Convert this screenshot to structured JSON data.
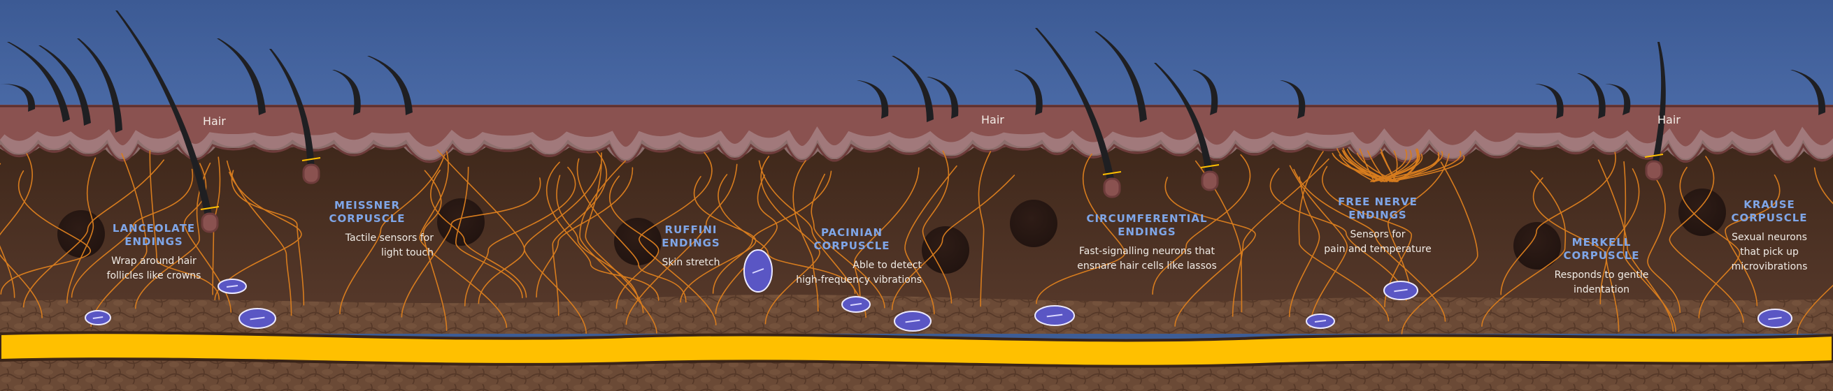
{
  "hair_label": "Hair",
  "receptors": [
    {
      "title": "LANCEOLATE\nENDINGS",
      "description": "Wrap around hair\nfollicles like crowns"
    },
    {
      "title": "MEISSNER CORPUSCLE",
      "description": "Tactile sensors for\nlight touch"
    },
    {
      "title": "RUFFINI\nENDINGS",
      "description": "Skin stretch"
    },
    {
      "title": "PACINIAN CORPUSCLE",
      "description": "Able to detect\nhigh-frequency vibrations"
    },
    {
      "title": "CIRCUMFERENTIAL ENDINGS",
      "description": "Fast-signalling neurons that\nensnare hair cells like lassos"
    },
    {
      "title": "FREE NERVE ENDINGS",
      "description": "Sensors for\npain and temperature"
    },
    {
      "title": "MERKELL\nCORPUSCLE",
      "description": "Responds to gentle\nindentation"
    },
    {
      "title": "KRAUSE\nCORPUSCLE",
      "description": "Sexual neurons\nthat pick up\nmicrovibrations"
    }
  ],
  "colors": {
    "sky": "#3d5d96",
    "epidermis": "#8a5250",
    "dermis": "#4a3020",
    "dermis_dark": "#3a2418",
    "subcutaneous": "#6e4e3a",
    "fat_layer": "#ffc000",
    "nerve": "#d77c1e",
    "corpuscle": "#5a56c4",
    "title_blue": "#7fa6e8"
  }
}
